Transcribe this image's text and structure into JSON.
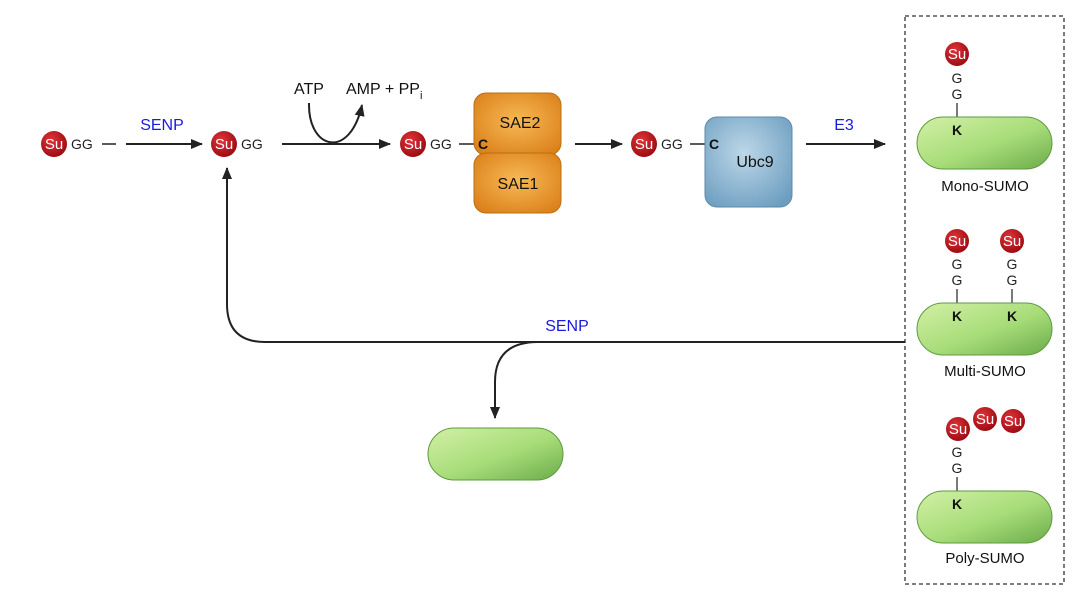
{
  "sumo_label": "Su",
  "gg_label": "GG",
  "g_letter": "G",
  "k_label": "K",
  "c_label": "C",
  "senp_label": "SENP",
  "e3_label": "E3",
  "atp_label": "ATP",
  "amp_label": "AMP + PP",
  "amp_subscript": "i",
  "sae2_label": "SAE2",
  "sae1_label": "SAE1",
  "ubc9_label": "Ubc9",
  "mono_label": "Mono-SUMO",
  "multi_label": "Multi-SUMO",
  "poly_label": "Poly-SUMO",
  "colors": {
    "sumo": "#c0141c",
    "protein": "#9bd672",
    "sae": "#e8941f",
    "ubc9": "#8fb8d2",
    "senp_text": "#1a1adc"
  }
}
